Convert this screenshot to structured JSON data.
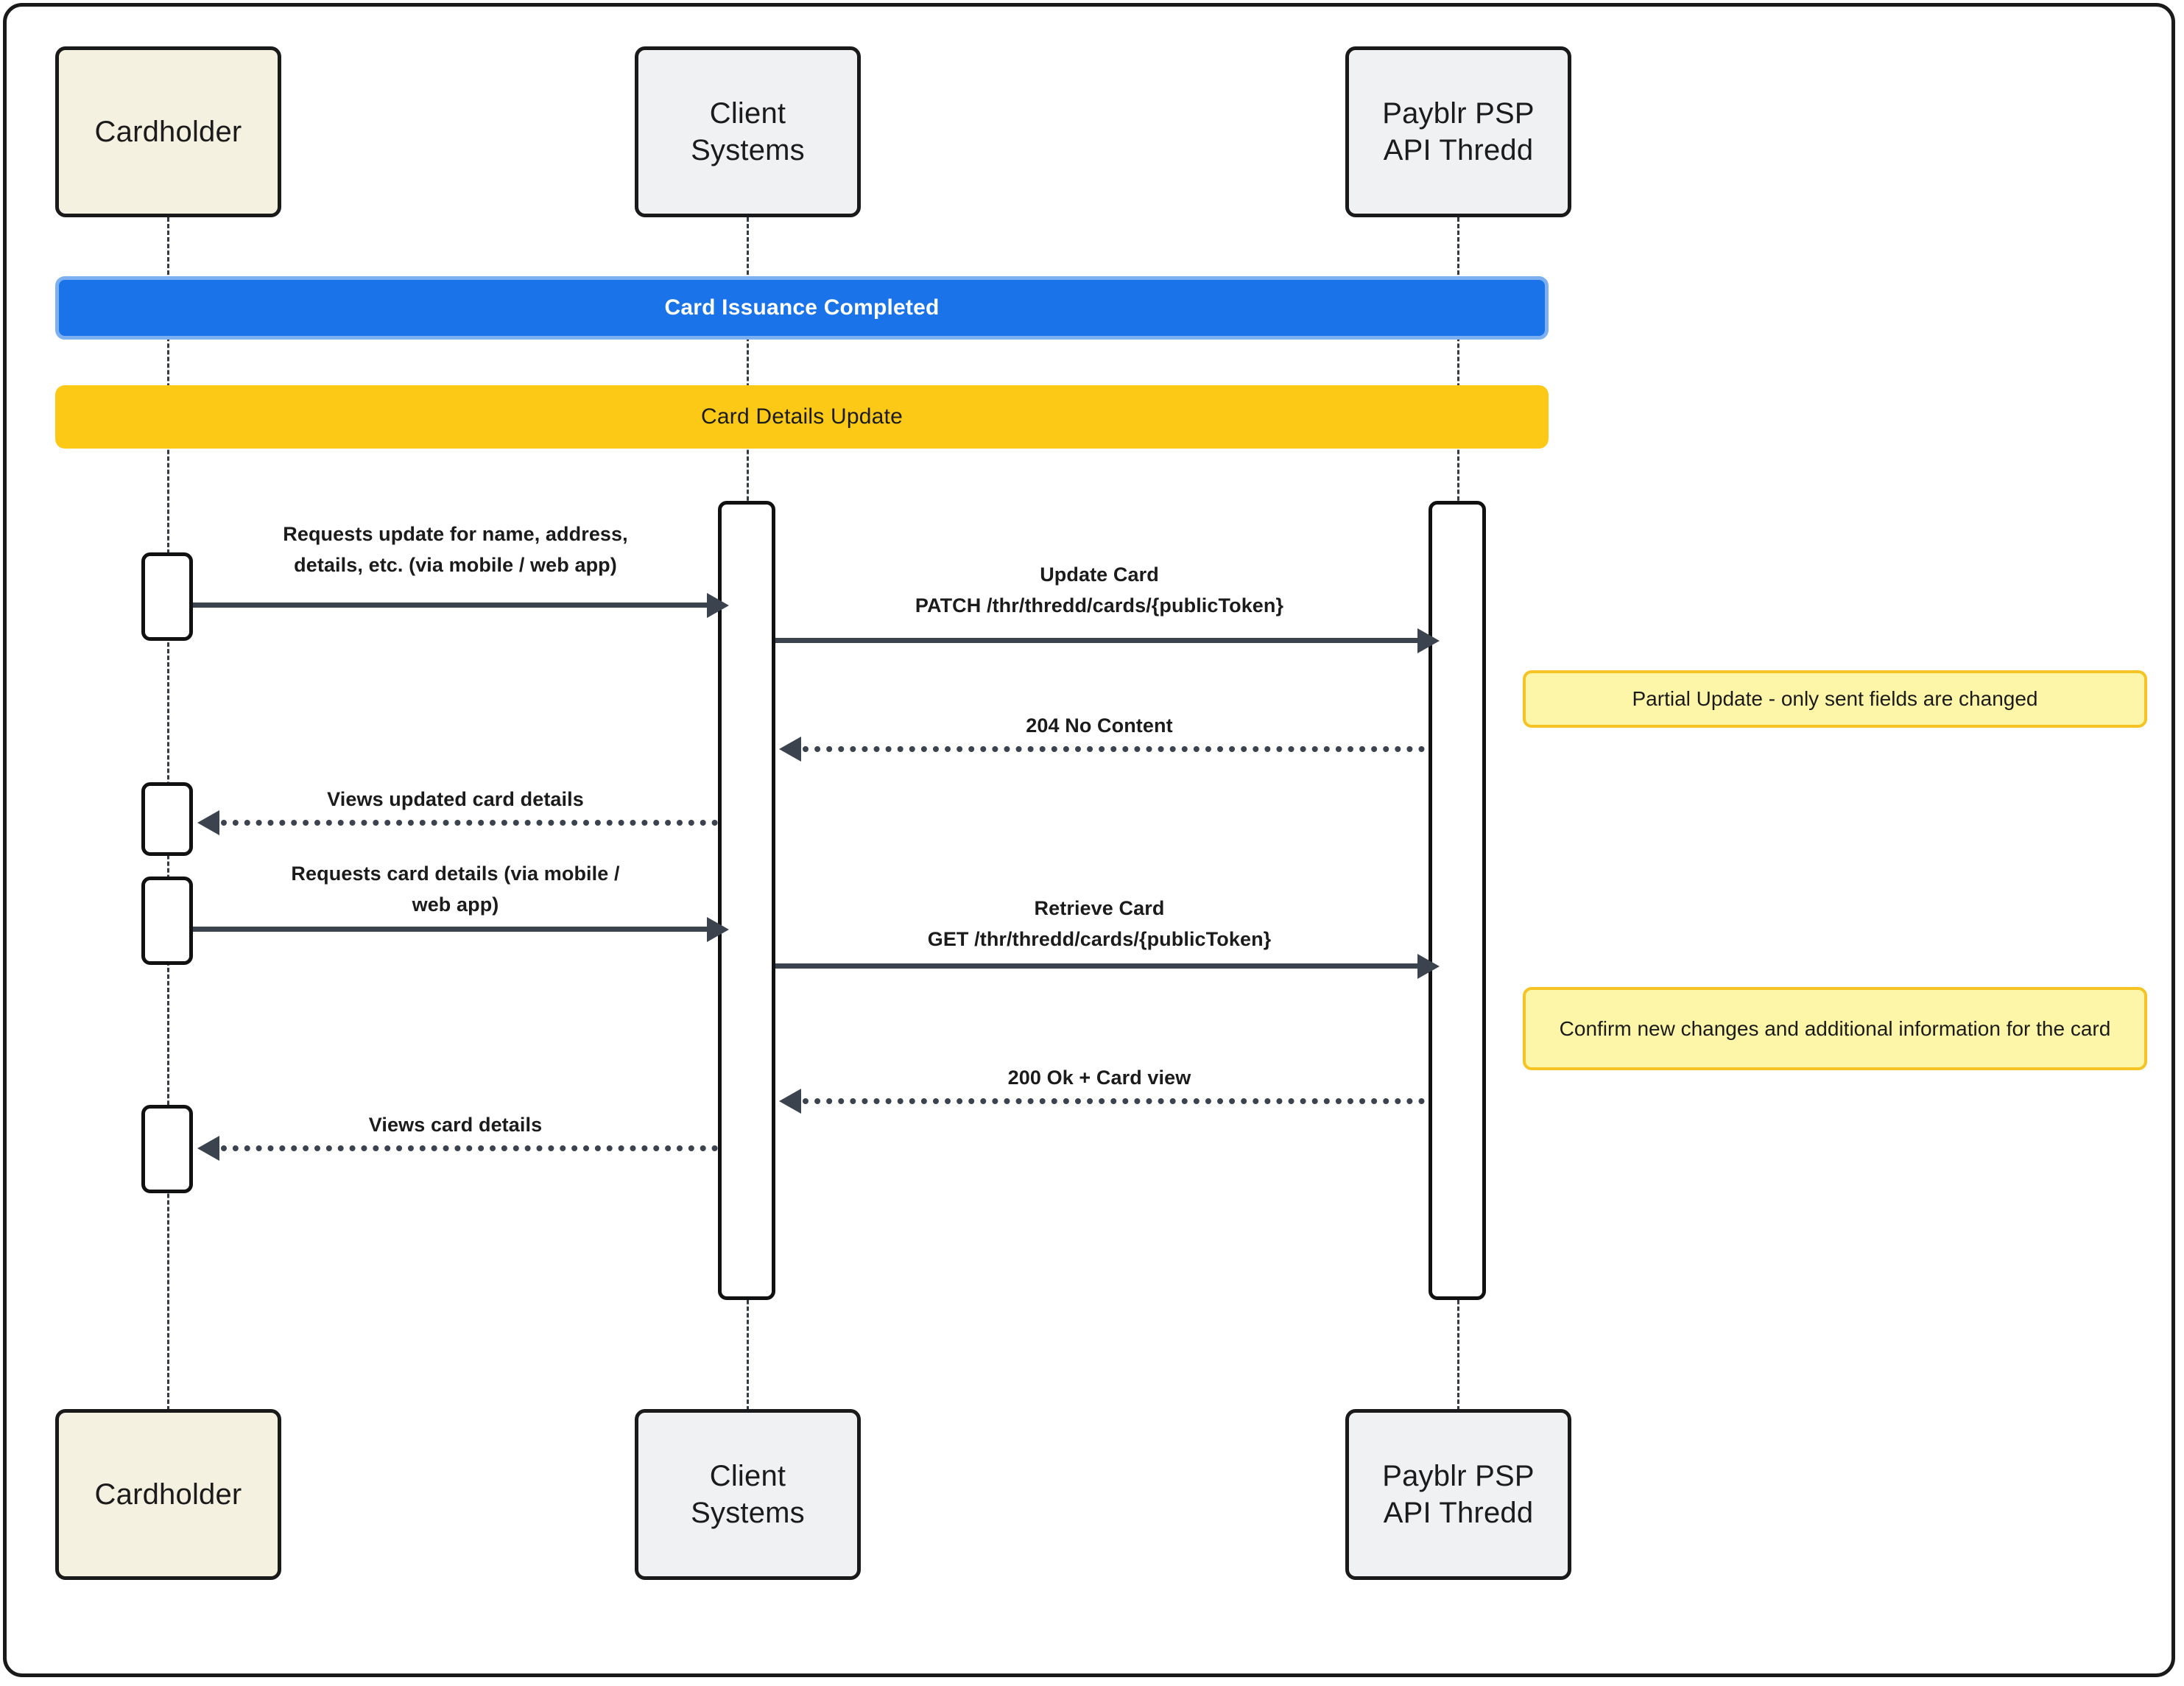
{
  "diagram": {
    "type": "sequence-diagram",
    "participants": [
      {
        "id": "cardholder",
        "label": "Cardholder",
        "style": "actor",
        "fill": "#f5f1e0"
      },
      {
        "id": "client-systems",
        "label": "Client\nSystems",
        "label_line1": "Client",
        "label_line2": "Systems",
        "style": "system",
        "fill": "#f0f1f3"
      },
      {
        "id": "payblr-psp",
        "label": "Payblr PSP\nAPI Thredd",
        "label_line1": "Payblr PSP",
        "label_line2": "API Thredd",
        "style": "system",
        "fill": "#f0f1f3"
      }
    ],
    "banners": [
      {
        "id": "card-issuance-completed",
        "label": "Card Issuance Completed",
        "color": "#1a73e8",
        "text_color": "#ffffff"
      },
      {
        "id": "card-details-update",
        "label": "Card Details Update",
        "color": "#fcc916",
        "text_color": "#1b1b1b"
      }
    ],
    "messages": [
      {
        "id": "requests-update",
        "from": "cardholder",
        "to": "client-systems",
        "line_style": "solid",
        "label_line1": "Requests update for name, address,",
        "label_line2": "details, etc. (via mobile / web app)"
      },
      {
        "id": "update-card",
        "from": "client-systems",
        "to": "payblr-psp",
        "line_style": "solid",
        "label_line1": "Update Card",
        "label_line2": "PATCH /thr/thredd/cards/{publicToken}"
      },
      {
        "id": "204-no-content",
        "from": "payblr-psp",
        "to": "client-systems",
        "line_style": "dotted",
        "label_line1": "204 No Content",
        "label_line2": ""
      },
      {
        "id": "views-updated-card-details",
        "from": "client-systems",
        "to": "cardholder",
        "line_style": "dotted",
        "label_line1": "Views updated card details",
        "label_line2": ""
      },
      {
        "id": "requests-card-details",
        "from": "cardholder",
        "to": "client-systems",
        "line_style": "solid",
        "label_line1": "Requests card details (via mobile /",
        "label_line2": "web app)"
      },
      {
        "id": "retrieve-card",
        "from": "client-systems",
        "to": "payblr-psp",
        "line_style": "solid",
        "label_line1": "Retrieve Card",
        "label_line2": "GET /thr/thredd/cards/{publicToken}"
      },
      {
        "id": "200-ok-card-view",
        "from": "payblr-psp",
        "to": "client-systems",
        "line_style": "dotted",
        "label_line1": "200 Ok + Card view",
        "label_line2": ""
      },
      {
        "id": "views-card-details",
        "from": "client-systems",
        "to": "cardholder",
        "line_style": "dotted",
        "label_line1": "Views card details",
        "label_line2": ""
      }
    ],
    "notes": [
      {
        "id": "partial-update-note",
        "line1": "Partial Update - only sent fields are changed",
        "line2": "",
        "fill": "#fdf6a9",
        "border": "#f6c324"
      },
      {
        "id": "confirm-changes-note",
        "line1": "Confirm new changes and additional information",
        "line2": "for the card",
        "fill": "#fdf6a9",
        "border": "#f6c324"
      }
    ]
  }
}
